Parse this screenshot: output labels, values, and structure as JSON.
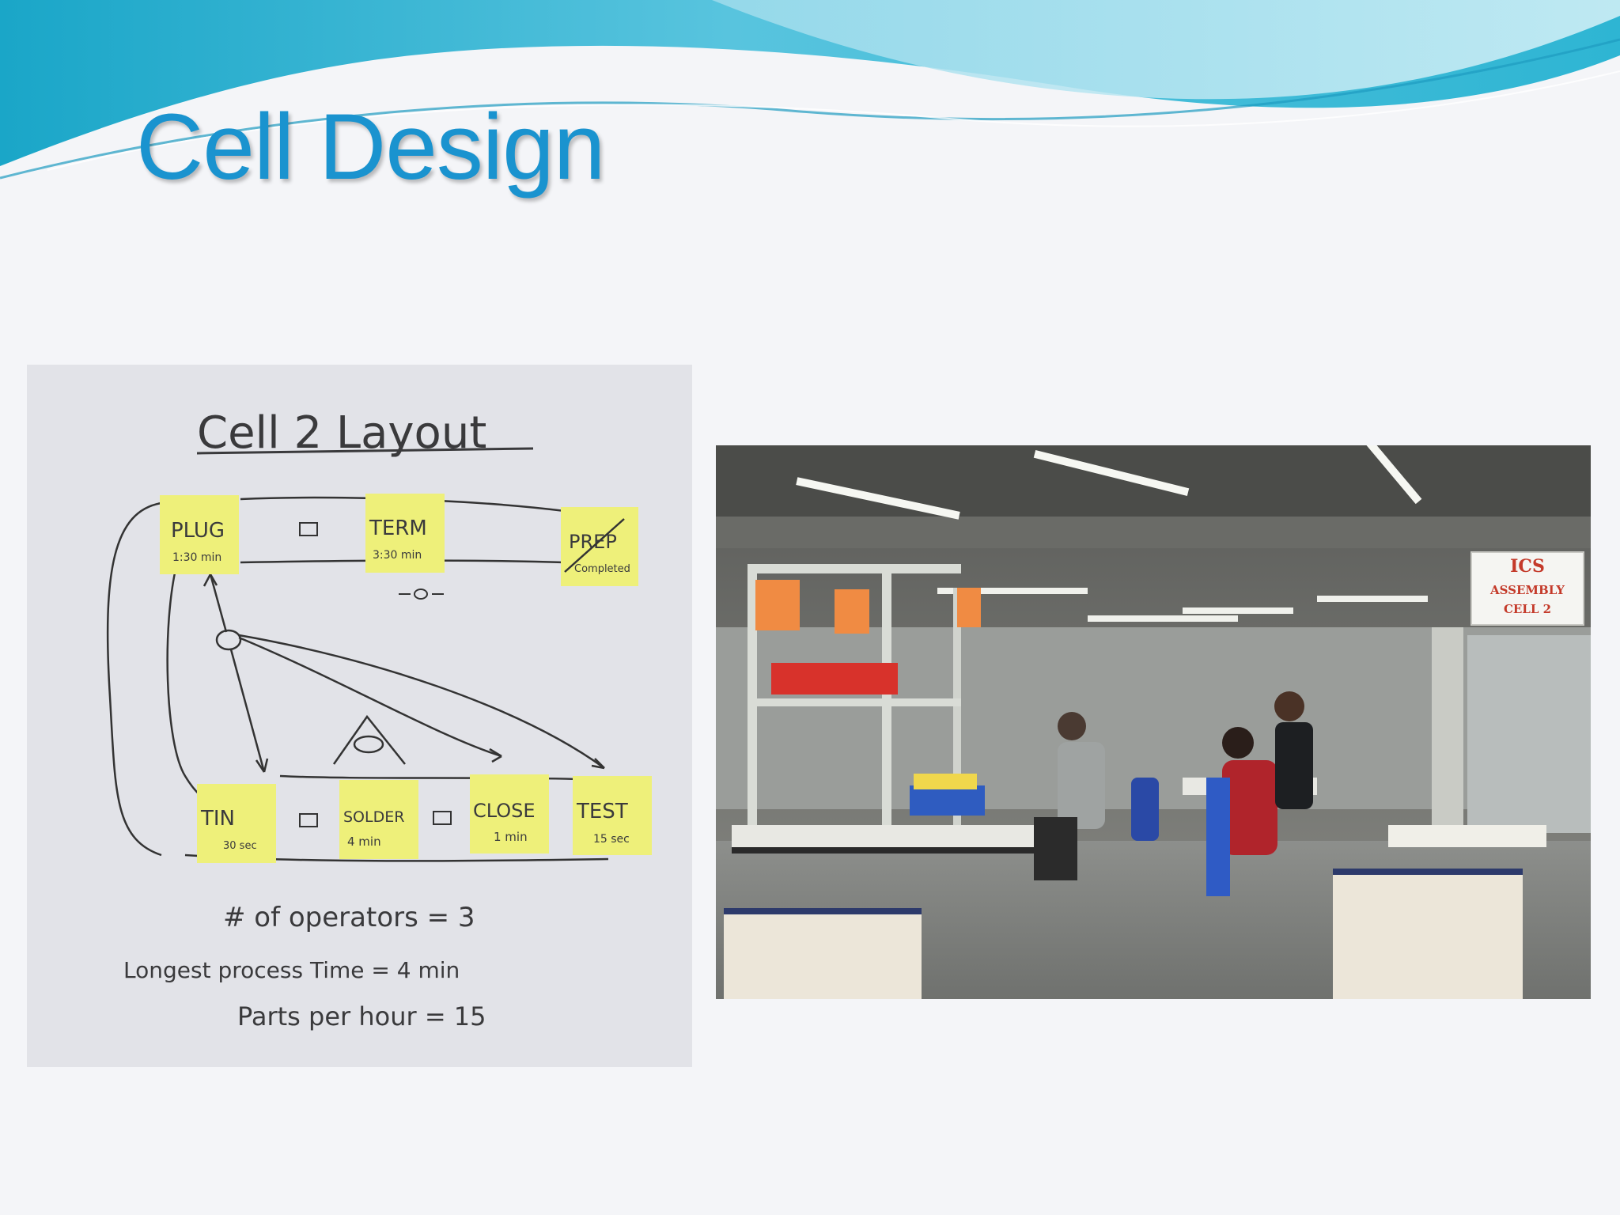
{
  "slide": {
    "title": "Cell Design",
    "theme": {
      "title_color": "#1a93cf",
      "wave_colors": [
        "#1aa7c9",
        "#7ed6ea",
        "#bfeaf4"
      ]
    }
  },
  "sketch": {
    "heading": "Cell 2 Layout",
    "notes": [
      {
        "label": "PLUG",
        "time": "1:30 min"
      },
      {
        "label": "TERM",
        "time": "3:30 min"
      },
      {
        "label": "PREP",
        "time": "Completed"
      },
      {
        "label": "TIN",
        "time": "30 sec"
      },
      {
        "label": "SOLDER",
        "time": "4 min"
      },
      {
        "label": "CLOSE",
        "time": "1 min"
      },
      {
        "label": "TEST",
        "time": "15 sec"
      }
    ],
    "lines": [
      "# of operators = 3",
      "Longest process Time = 4 min",
      "Parts per hour = 15"
    ]
  },
  "photo": {
    "sign_lines": [
      "ICS",
      "ASSEMBLY",
      "CELL 2"
    ]
  }
}
